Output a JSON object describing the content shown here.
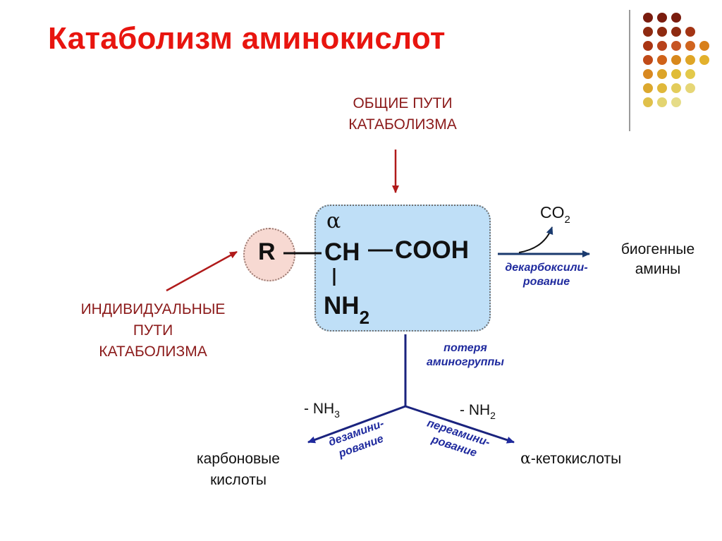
{
  "title": "Катаболизм аминокислот",
  "general_paths": [
    "ОБЩИЕ ПУТИ",
    "КАТАБОЛИЗМА"
  ],
  "individual_paths": [
    "ИНДИВИДУАЛЬНЫЕ",
    "ПУТИ",
    "КАТАБОЛИЗМА"
  ],
  "molecule": {
    "r": "R",
    "alpha": "α",
    "ch": "CH",
    "cooh": "COOH",
    "nh": "NH",
    "nh_sub": "2"
  },
  "co2": {
    "main": "CO",
    "sub": "2"
  },
  "biogenic_amines": [
    "биогенные",
    "амины"
  ],
  "decarboxylation": [
    "декарбоксили-",
    "рование"
  ],
  "amino_loss": [
    "потеря",
    "аминогруппы"
  ],
  "minus_nh3": {
    "main": "- NH",
    "sub": "3"
  },
  "minus_nh2": {
    "main": "- NH",
    "sub": "2"
  },
  "deamination": [
    "дезамини-",
    "рование"
  ],
  "transamination": [
    "переамини-",
    "рование"
  ],
  "carboxylic_acids": [
    "карбоновые",
    "кислоты"
  ],
  "keto_acids": {
    "alpha": "α",
    "text": "-кетокислоты"
  },
  "colors": {
    "title": "#e8150f",
    "red_label": "#8b1a1a",
    "blue_label": "#1f2a9e",
    "box_fill": "#bfdff7",
    "circle_fill": "#f7d9d2"
  }
}
